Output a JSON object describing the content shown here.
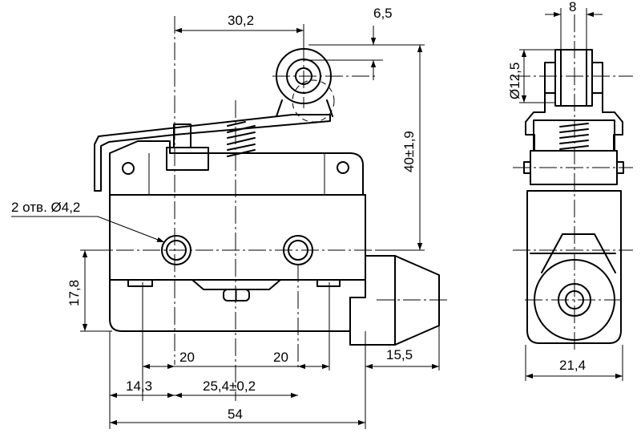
{
  "dimensions": {
    "arm_offset": "30,2",
    "roller_offset": "6,5",
    "roller_width": "8",
    "roller_diameter": "Ø12,5",
    "height": "40±1,9",
    "holes_note": "2 отв. Ø4,2",
    "hole_height": "17,8",
    "left_spacing": "20",
    "right_spacing": "20",
    "edge_to_hole": "14,3",
    "hole_spacing": "25,4±0,2",
    "plunger_length": "15,5",
    "total_length": "54",
    "side_width": "21,4"
  }
}
